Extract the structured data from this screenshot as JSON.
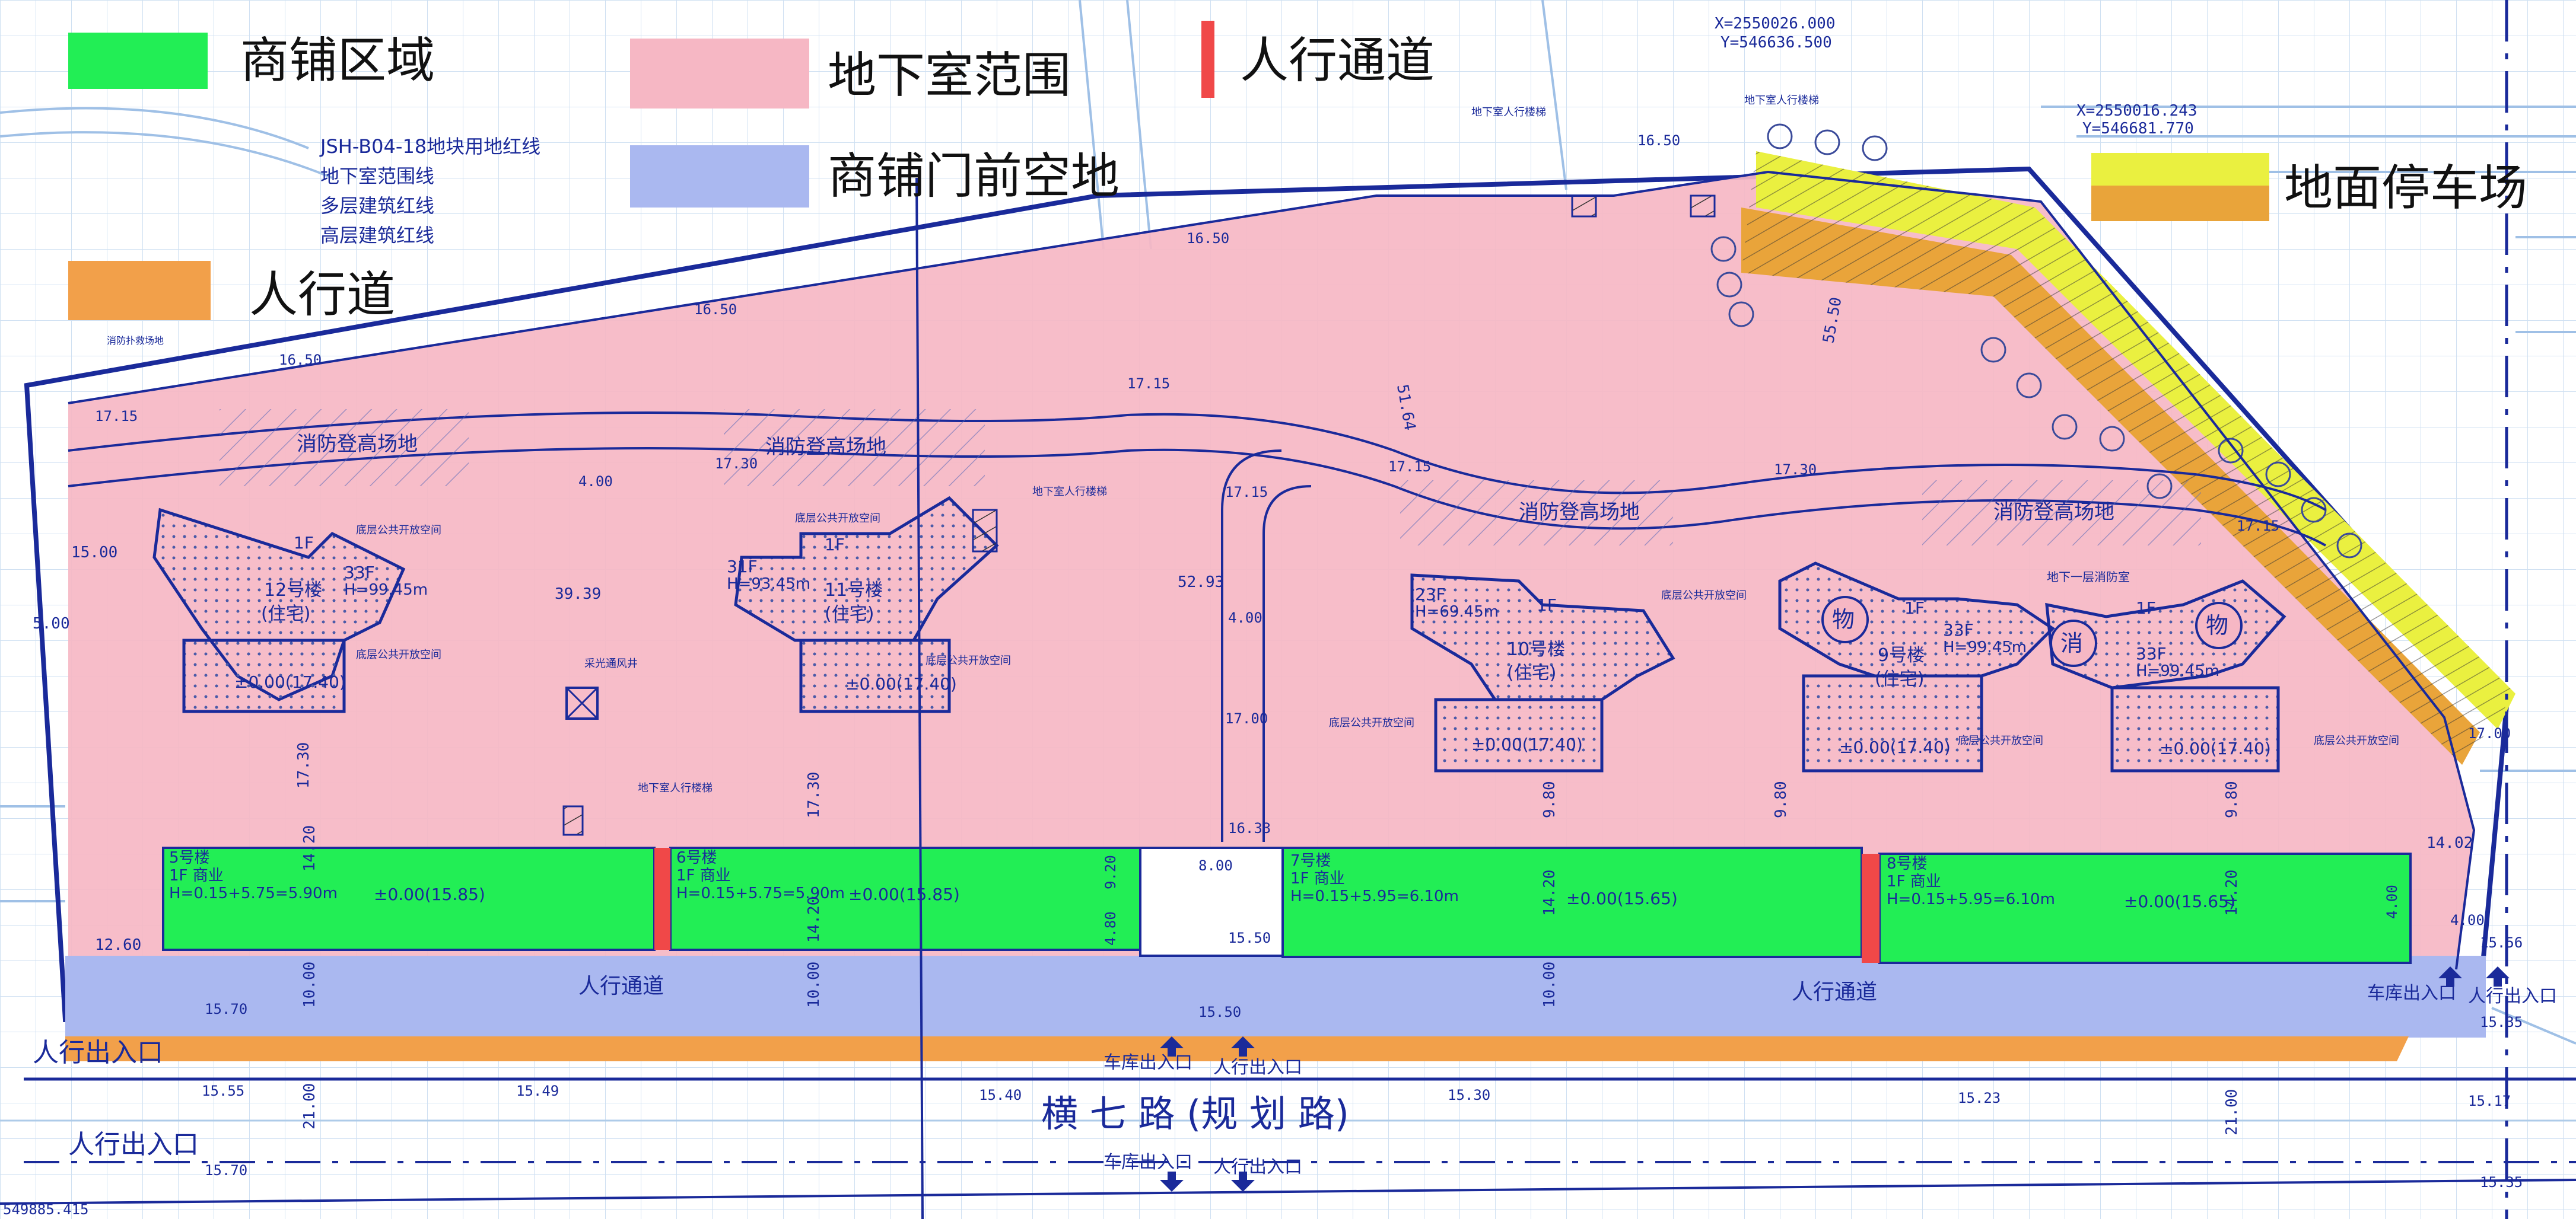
{
  "colors": {
    "shop_area": "#22ee55",
    "basement": "#f6b7c4",
    "walkway": "#f04848",
    "frontage": "#aab8f0",
    "sidewalk": "#f2a04a",
    "parking_top": "#eaf040",
    "parking_bottom": "#e9a43a",
    "line_blue": "#1a2a9a",
    "grid_blue": "#aecbe8"
  },
  "legend": {
    "shop_area": "商铺区域",
    "basement": "地下室范围",
    "walkway": "人行通道",
    "frontage": "商铺门前空地",
    "parking": "地面停车场",
    "sidewalk": "人行道"
  },
  "line_notes": [
    "JSH-B04-18地块用地红线",
    "地下室范围线",
    "多层建筑红线",
    "高层建筑红线"
  ],
  "coords": {
    "top": [
      "X=2550026.000",
      "Y=546636.500"
    ],
    "right": [
      "X=2550016.243",
      "Y=546681.770"
    ],
    "bottom_left": "549885.415"
  },
  "fire_areas": [
    "消防登高场地",
    "消防登高场地",
    "消防登高场地",
    "消防登高场地"
  ],
  "towers": [
    {
      "id": "12号楼",
      "use": "(住宅)",
      "floors": "33F",
      "height": "H=99.45m",
      "elev": "±0.00(17.40)"
    },
    {
      "id": "11号楼",
      "use": "(住宅)",
      "floors": "31F",
      "height": "H=93.45m",
      "elev": "±0.00(17.40)"
    },
    {
      "id": "10号楼",
      "use": "(住宅)",
      "floors": "23F",
      "height": "H=69.45m",
      "elev": "±0.00(17.40)"
    },
    {
      "id": "9号楼",
      "use": "(住宅)",
      "floors": "33F",
      "height": "H=99.45m",
      "elev": "±0.00(17.40)"
    },
    {
      "id": "",
      "use": "",
      "floors": "33F",
      "height": "H=99.45m",
      "elev": "±0.00(17.40)"
    }
  ],
  "shops": [
    {
      "id": "5号楼",
      "use": "1F 商业",
      "height": "H=0.15+5.75=5.90m",
      "elev": "±0.00(15.85)"
    },
    {
      "id": "6号楼",
      "use": "1F 商业",
      "height": "H=0.15+5.75=5.90m",
      "elev": "±0.00(15.85)"
    },
    {
      "id": "7号楼",
      "use": "1F 商业",
      "height": "H=0.15+5.95=6.10m",
      "elev": "±0.00(15.65)"
    },
    {
      "id": "8号楼",
      "use": "1F 商业",
      "height": "H=0.15+5.95=6.10m",
      "elev": "±0.00(15.65)"
    }
  ],
  "labels": {
    "walkway_1": "人行通道",
    "walkway_2": "人行通道",
    "ped_entry_1": "人行出入口",
    "ped_entry_2": "人行出入口",
    "garage_entry_1": "车库出入口",
    "garage_entry_2": "车库出入口",
    "garage_entry_3": "车库出入口",
    "ped_gate_1": "人行出入口",
    "ped_gate_2": "人行出入口",
    "ped_gate_3": "人行出入口",
    "road": "横 七 路 (规 划 路)",
    "vent": "采光通风井",
    "stair_1": "地下室人行楼梯",
    "stair_2": "地下室人行楼梯",
    "stair_3": "地下室人行楼梯",
    "stair_4": "地下室人行楼梯",
    "open_space": "底层公共开放空间",
    "fire_hydrant_note": "消防扑救场地",
    "property": "物",
    "fire": "消",
    "fire_room": "地下一层消防室",
    "floor_1f": "1F"
  },
  "dims": {
    "d_39_39": "39.39",
    "d_52_93": "52.93",
    "d_51_64": "51.64",
    "d_55_50": "55.50",
    "d_17_30": "17.30",
    "d_9_80": "9.80",
    "d_14_20": "14.20",
    "d_10_00": "10.00",
    "d_21_00": "21.00",
    "d_4_00": "4.00",
    "d_8_00": "8.00",
    "d_15_00": "15.00",
    "d_12_60": "12.60",
    "d_14_02": "14.02",
    "d_9_20": "9.20",
    "d_4_80": "4.80",
    "d_5_00": "5.00",
    "d_17_00": "17.00"
  },
  "elevations": {
    "e_16_50": "16.50",
    "e_17_15": "17.15",
    "e_17_30": "17.30",
    "e_16_33": "16.33",
    "e_15_50": "15.50",
    "e_15_70": "15.70",
    "e_15_55": "15.55",
    "e_15_49": "15.49",
    "e_15_40": "15.40",
    "e_15_30": "15.30",
    "e_15_23": "15.23",
    "e_15_17": "15.17",
    "e_15_35": "15.35",
    "e_15_56": "15.56",
    "e_17_00": "17.00"
  }
}
